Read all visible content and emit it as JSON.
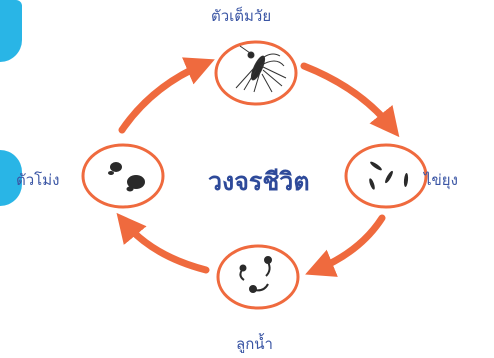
{
  "title": "วงจรชีวิต",
  "stages": {
    "adult": "ตัวเต็มวัย",
    "egg": "ไข่ยุง",
    "larva": "ลูกน้ำ",
    "pupa": "ตัวโม่ง"
  },
  "colors": {
    "arrow": "#ef6a3e",
    "circle_border": "#ef6a3e",
    "label": "#3a55a4",
    "title": "#2e4a9a",
    "side_blob": "#29b5e6"
  },
  "icons": {
    "adult": "mosquito-icon",
    "egg": "eggs-icon",
    "larva": "larvae-icon",
    "pupa": "pupae-icon"
  }
}
